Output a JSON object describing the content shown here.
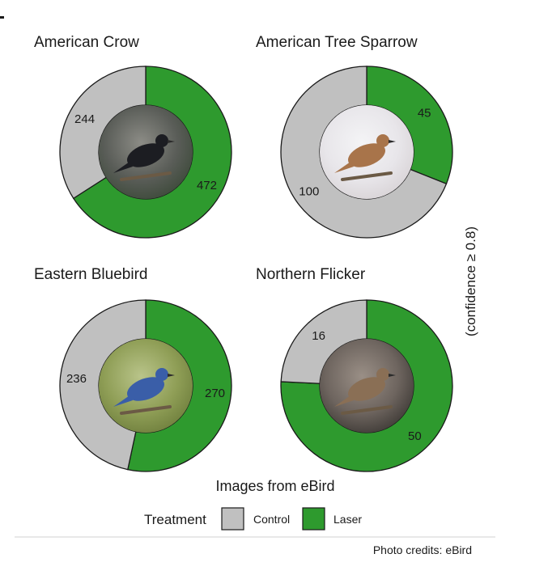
{
  "side_label": "(confidence ≥ 0.8)",
  "caption": "Images from eBird",
  "legend": {
    "title": "Treatment",
    "items": [
      {
        "label": "Control",
        "color": "#c0c0c0"
      },
      {
        "label": "Laser",
        "color": "#2e9a2e"
      }
    ]
  },
  "credit": "Photo credits: eBird",
  "colors": {
    "control": "#c0c0c0",
    "laser": "#2e9a2e",
    "stroke": "#1a1a1a"
  },
  "chart_data": [
    {
      "type": "pie",
      "title": "American Crow",
      "donut": true,
      "photo": "american-crow-photo",
      "slices": [
        {
          "label": "Laser",
          "value": 472
        },
        {
          "label": "Control",
          "value": 244
        }
      ]
    },
    {
      "type": "pie",
      "title": "American Tree Sparrow",
      "donut": true,
      "photo": "american-tree-sparrow-photo",
      "slices": [
        {
          "label": "Laser",
          "value": 45
        },
        {
          "label": "Control",
          "value": 100
        }
      ]
    },
    {
      "type": "pie",
      "title": "Eastern Bluebird",
      "donut": true,
      "photo": "eastern-bluebird-photo",
      "slices": [
        {
          "label": "Laser",
          "value": 270
        },
        {
          "label": "Control",
          "value": 236
        }
      ]
    },
    {
      "type": "pie",
      "title": "Northern Flicker",
      "donut": true,
      "photo": "northern-flicker-photo",
      "slices": [
        {
          "label": "Laser",
          "value": 50
        },
        {
          "label": "Control",
          "value": 16
        }
      ]
    }
  ]
}
